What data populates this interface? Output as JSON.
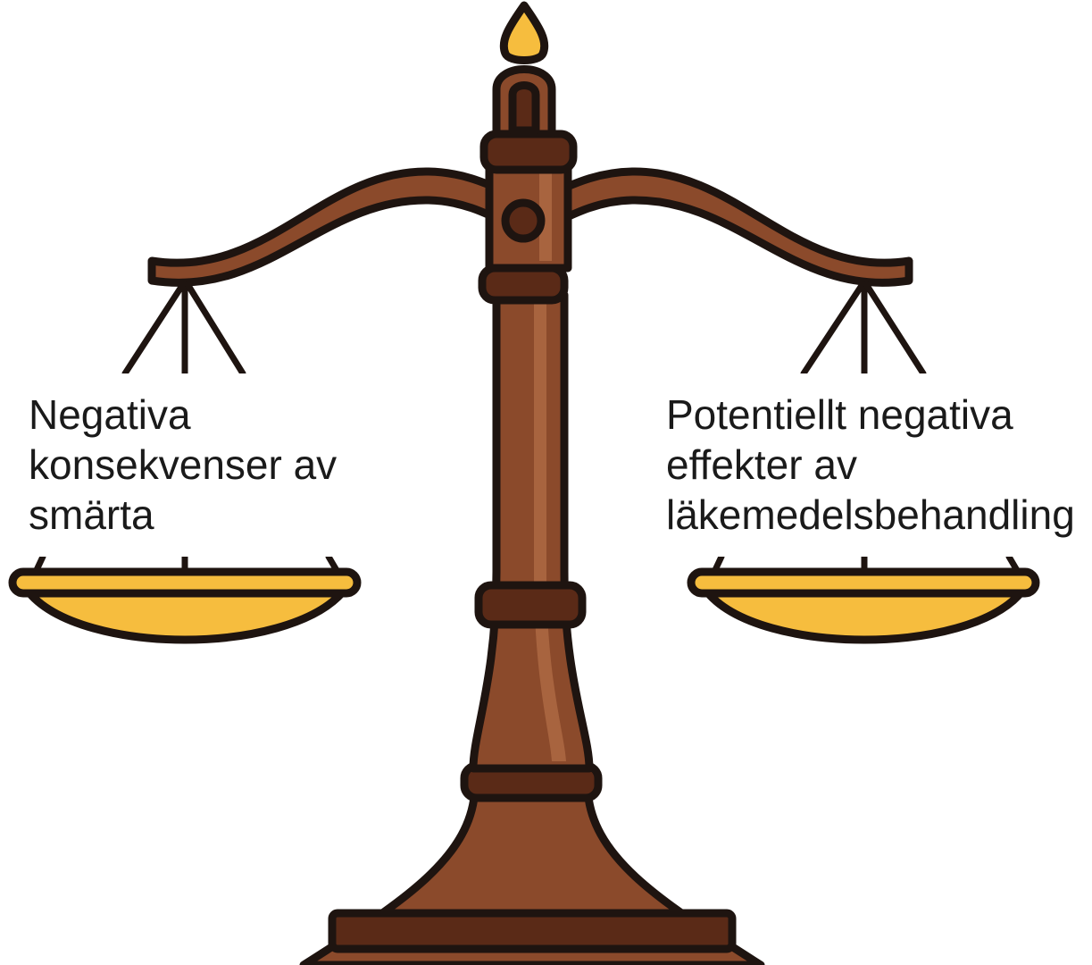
{
  "left_pan": {
    "lines": [
      "Negativa",
      "konsekvenser av",
      "smärta"
    ]
  },
  "right_pan": {
    "lines": [
      "Potentiellt negativa",
      "effekter av",
      "läkemedelsbehandling"
    ]
  },
  "colors": {
    "wood": "#8b4a2b",
    "wood_dark": "#5a2a17",
    "wood_highlight": "#a8643f",
    "outline": "#1e1410",
    "gold": "#f6bd3e",
    "gold_dark": "#d9a02a",
    "background": "#ffffff"
  }
}
